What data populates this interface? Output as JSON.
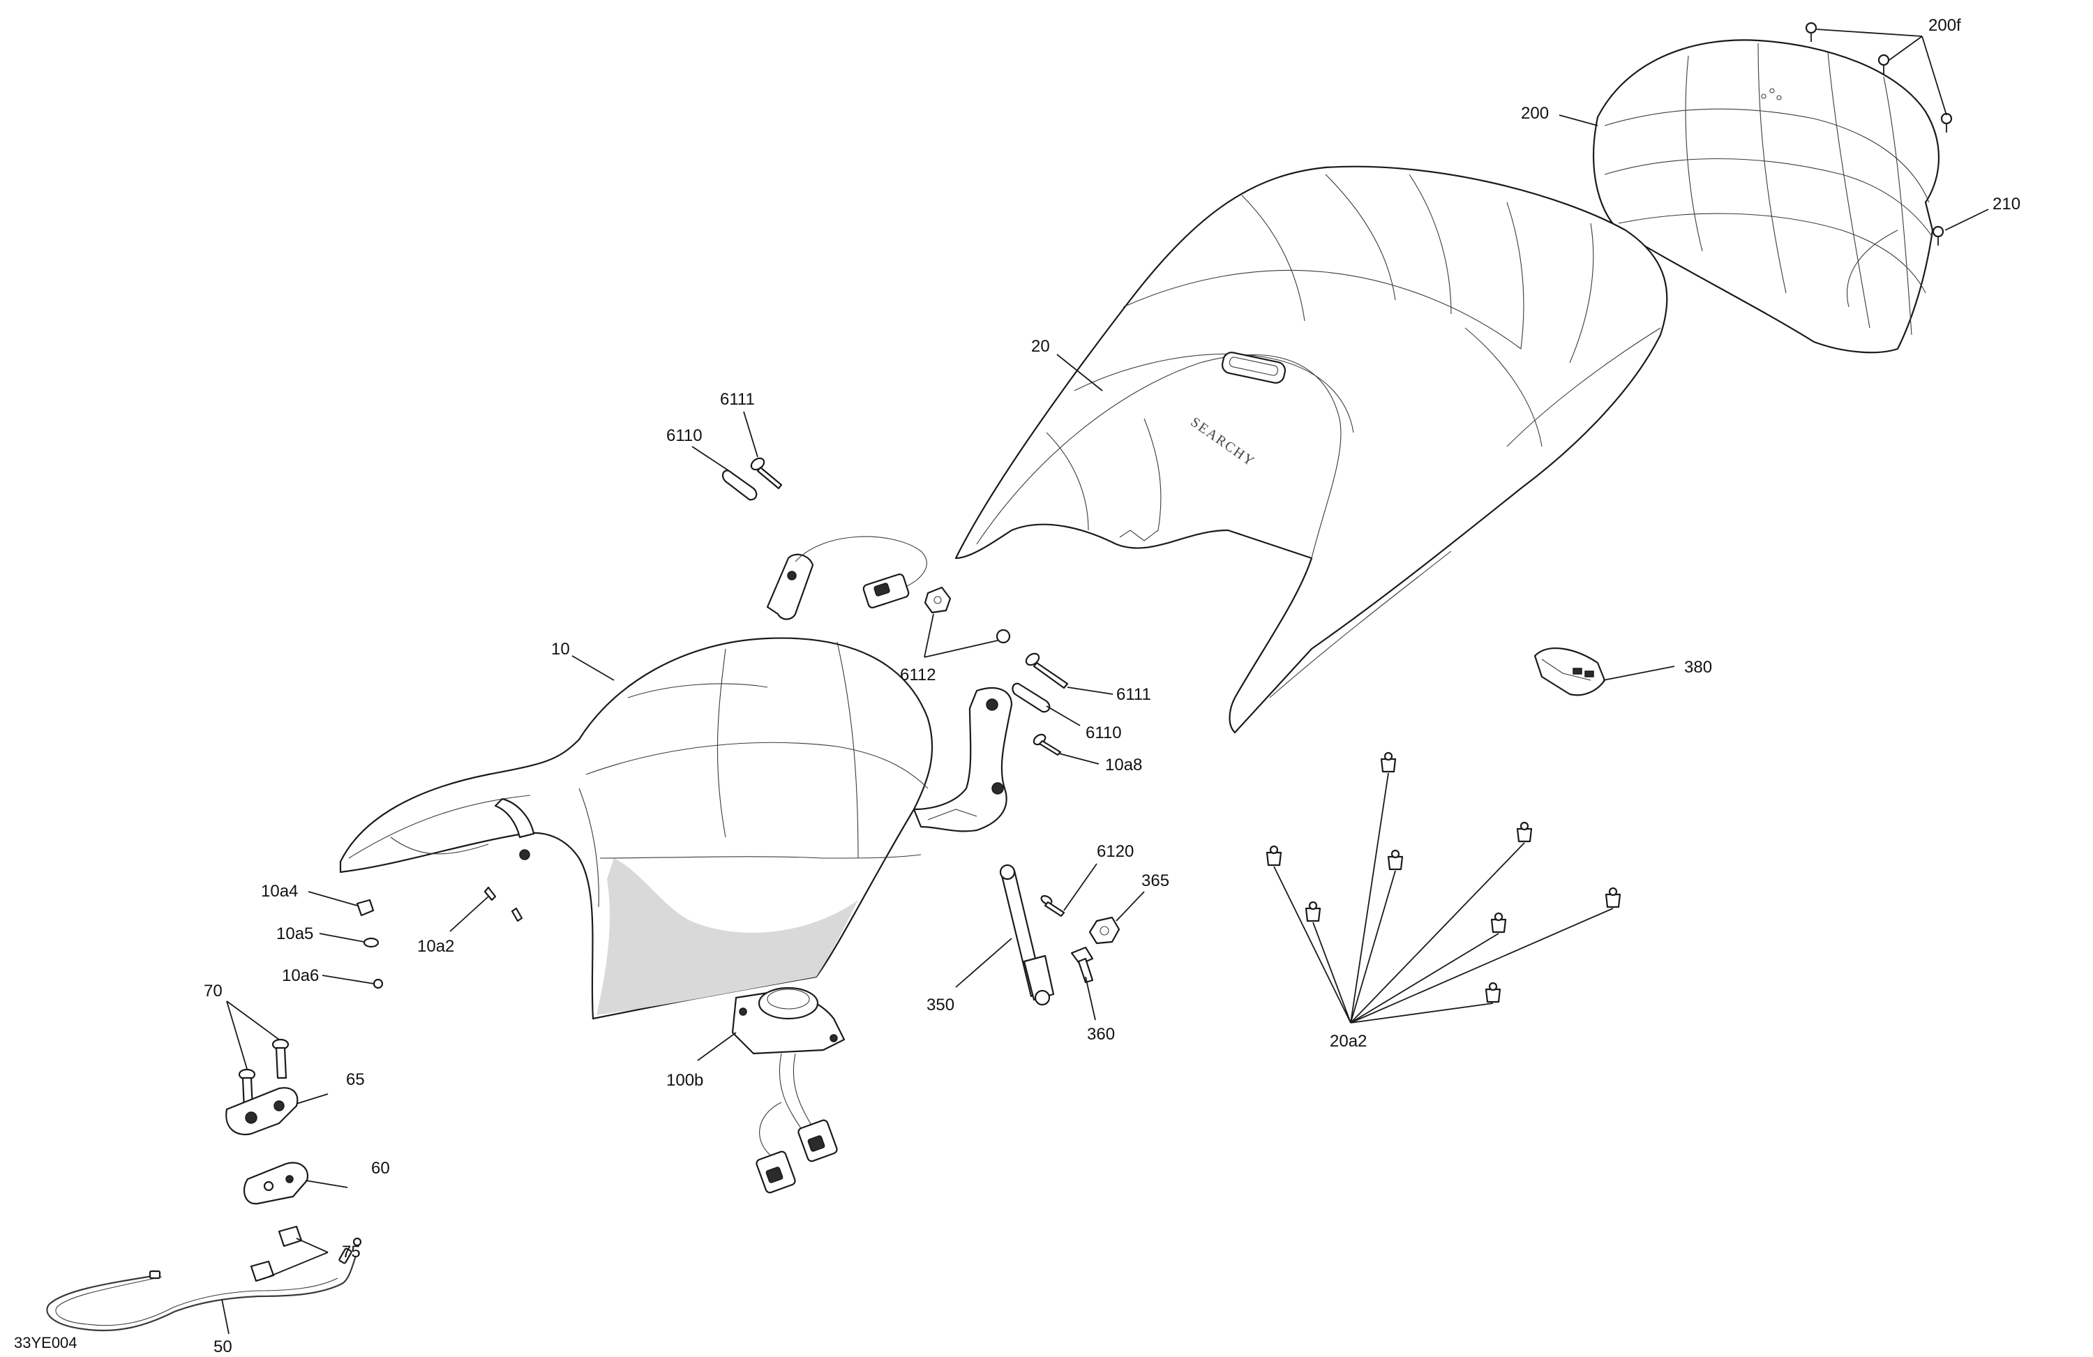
{
  "drawing_code": "33YE004",
  "logo_text": "SEARCHY",
  "callouts": {
    "c200f": "200f",
    "c200": "200",
    "c210": "210",
    "c20": "20",
    "c6111_top": "6111",
    "c6110_top": "6110",
    "c6112": "6112",
    "c6111_right": "6111",
    "c6110_right": "6110",
    "c10a8": "10a8",
    "c380": "380",
    "c10": "10",
    "c10a4": "10a4",
    "c10a5": "10a5",
    "c10a6": "10a6",
    "c10a2": "10a2",
    "c6120": "6120",
    "c365": "365",
    "c350": "350",
    "c360": "360",
    "c20a2": "20a2",
    "c70": "70",
    "c65": "65",
    "c60": "60",
    "c75": "75",
    "c100b": "100b",
    "c50": "50"
  }
}
